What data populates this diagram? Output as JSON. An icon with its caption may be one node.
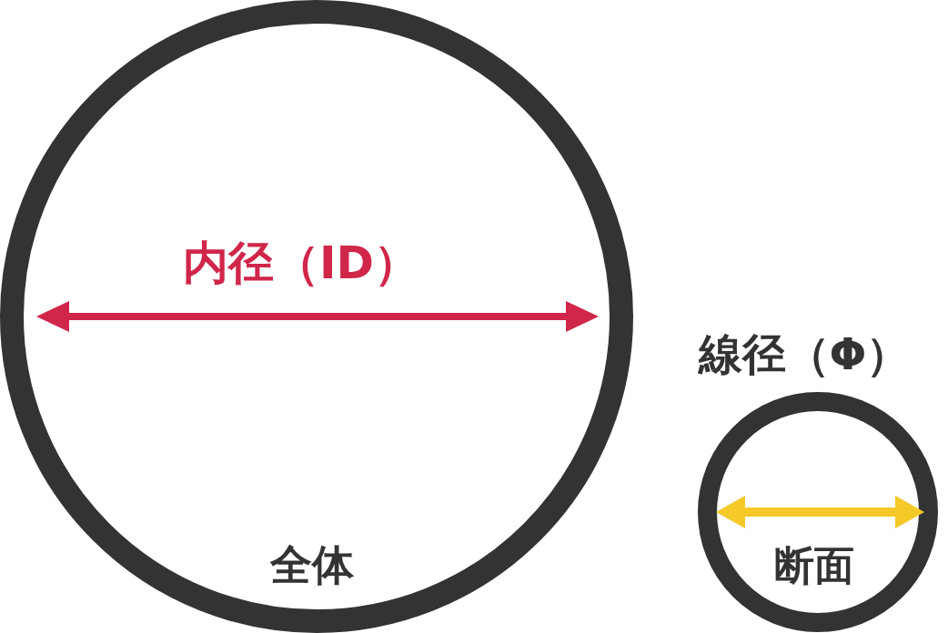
{
  "diagram": {
    "nodes": [
      {
        "text": [
          "全体"
        ]
      },
      {
        "text": [
          "断面"
        ]
      }
    ],
    "labels": [
      "内径（ID）",
      "線径（Φ）"
    ]
  }
}
